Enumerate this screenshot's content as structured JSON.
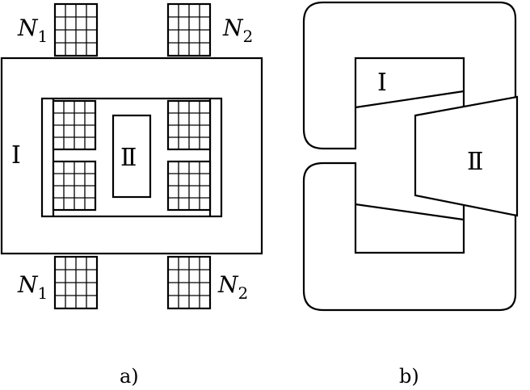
{
  "figure_a": {
    "caption": "a)",
    "winding_top_left": {
      "letter": "N",
      "subscript": "1"
    },
    "winding_top_right": {
      "letter": "N",
      "subscript": "2"
    },
    "winding_bottom_left": {
      "letter": "N",
      "subscript": "1"
    },
    "winding_bottom_right": {
      "letter": "N",
      "subscript": "2"
    },
    "part_outer_label": "Ⅰ",
    "part_inner_label": "Ⅱ"
  },
  "figure_b": {
    "caption": "b)",
    "part_outer_label": "Ⅰ",
    "part_inner_label": "Ⅱ"
  },
  "colors": {
    "stroke": "#000000",
    "background": "#ffffff"
  }
}
